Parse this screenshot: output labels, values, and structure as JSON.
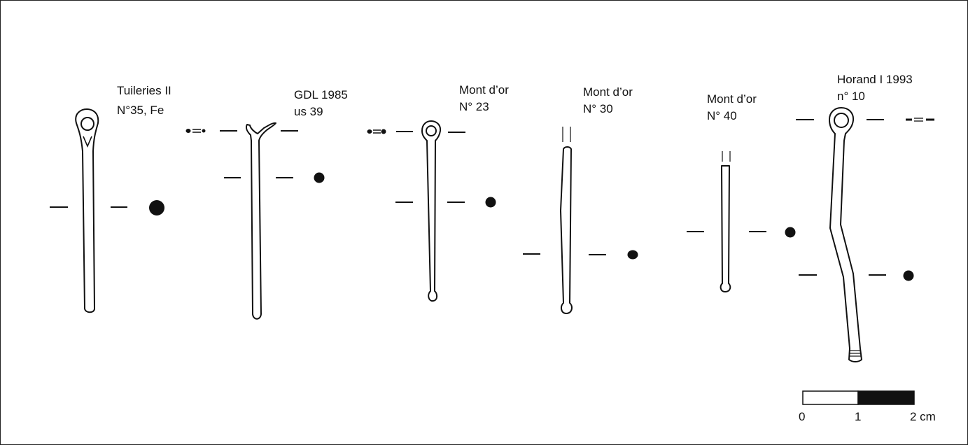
{
  "objects": [
    {
      "lines": [
        "Tuileries II",
        "N°35, Fe"
      ]
    },
    {
      "lines": [
        "GDL 1985",
        "us 39"
      ]
    },
    {
      "lines": [
        "Mont d’or",
        "N° 23"
      ]
    },
    {
      "lines": [
        "Mont d’or",
        "N° 30"
      ]
    },
    {
      "lines": [
        "Mont d’or",
        "N° 40"
      ]
    },
    {
      "lines": [
        "Horand I 1993",
        "n° 10"
      ]
    }
  ],
  "scale_bar": {
    "ticks": [
      "0",
      "1",
      "2 cm"
    ]
  }
}
